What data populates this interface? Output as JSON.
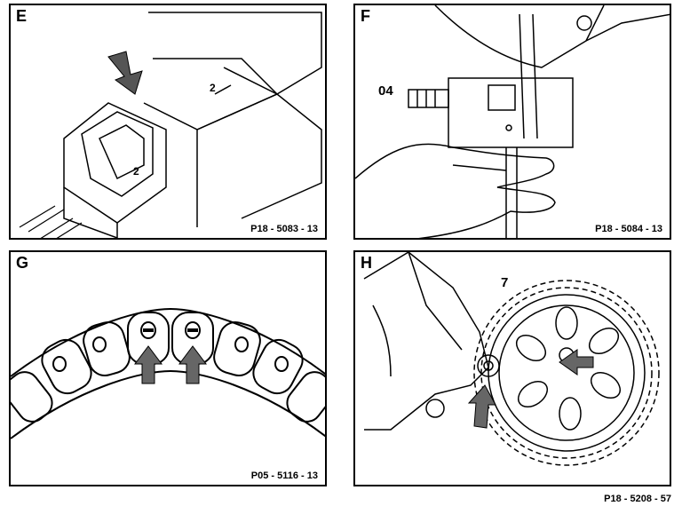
{
  "panels": [
    {
      "letter": "E",
      "code": "P18 - 5083 - 13",
      "callout": "2"
    },
    {
      "letter": "F",
      "code": "P18 - 5084 - 13",
      "callout": "04"
    },
    {
      "letter": "G",
      "code": "P05 - 5116 - 13"
    },
    {
      "letter": "H",
      "code": "",
      "callout": "7"
    }
  ],
  "figure_code": "P18 - 5208 - 57"
}
